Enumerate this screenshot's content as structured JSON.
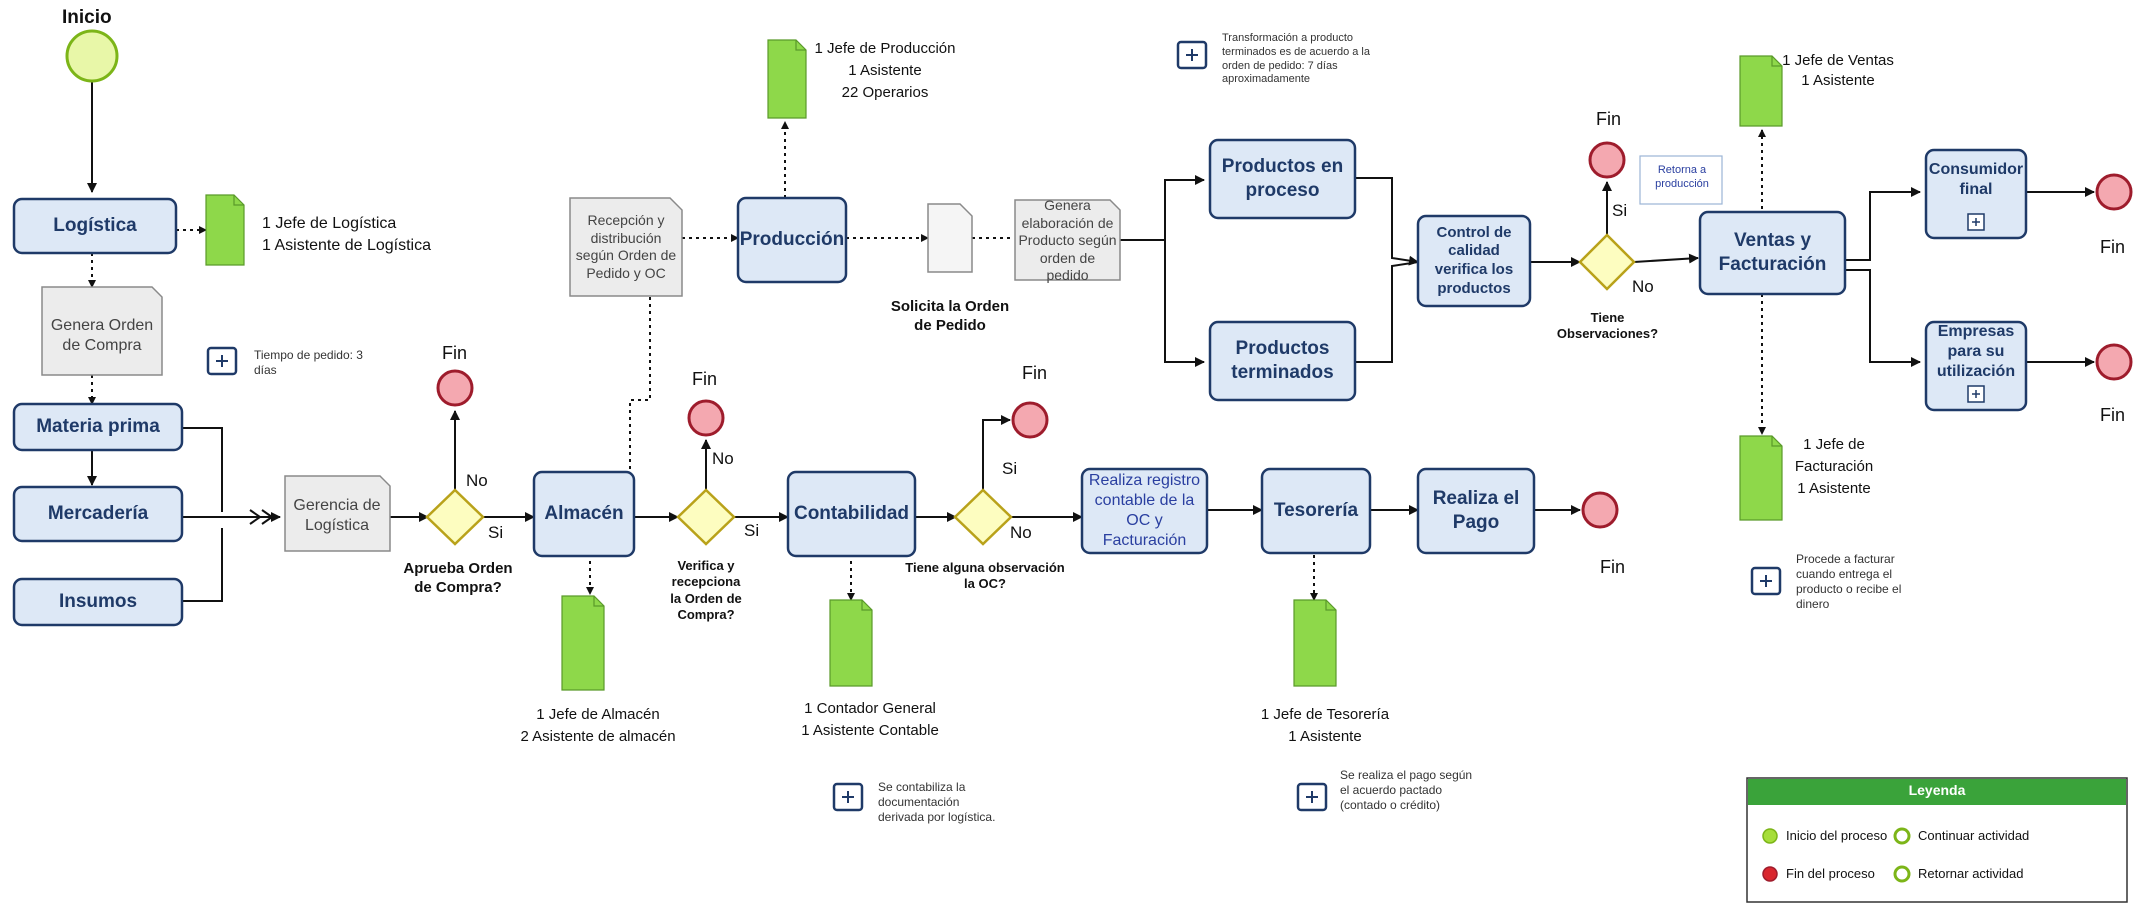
{
  "start_label": "Inicio",
  "end_label": "Fin",
  "yes_label": "Si",
  "no_label": "No",
  "tasks": {
    "logistica": "Logística",
    "materia": "Materia prima",
    "mercaderia": "Mercadería",
    "insumos": "Insumos",
    "almacen": "Almacén",
    "contabilidad": "Contabilidad",
    "realiza_registro": "Realiza registro contable de la OC y Facturación",
    "tesoreria": "Tesorería",
    "realiza_pago": "Realiza el Pago",
    "produccion": "Producción",
    "productos_proceso": "Productos en proceso",
    "productos_terminados": "Productos terminados",
    "control_calidad": "Control de calidad verifica los productos",
    "ventas": "Ventas y Facturación",
    "consumidor": "Consumidor final",
    "empresas": "Empresas para su utilización"
  },
  "documents": {
    "genera_orden": "Genera Orden de Compra",
    "gerencia": "Gerencia de Logística",
    "recepcion": "Recepción y distribución según Orden de Pedido y OC",
    "genera_elaboracion": "Genera elaboración de Producto según orden de pedido",
    "solicita": "Solicita la Orden de Pedido"
  },
  "gateways": {
    "aprueba": "Aprueba Orden de Compra?",
    "verifica": "Verifica y recepciona la Orden de Compra?",
    "observacion": "Tiene alguna observación la OC?",
    "tiene_obs": "Tiene Observaciones?"
  },
  "resources": {
    "logistica": [
      "1 Jefe de Logística",
      "1 Asistente de Logística"
    ],
    "produccion": [
      "1 Jefe de Producción",
      "1 Asistente",
      "22 Operarios"
    ],
    "almacen": [
      "1 Jefe de Almacén",
      "2 Asistente de almacén"
    ],
    "contabilidad": [
      "1 Contador General",
      "1 Asistente Contable"
    ],
    "tesoreria": [
      "1 Jefe de Tesorería",
      "1 Asistente"
    ],
    "ventas": [
      "1 Jefe de Ventas",
      "1 Asistente"
    ],
    "facturacion": [
      "1 Jefe de",
      "Facturación",
      "1 Asistente"
    ]
  },
  "notes": {
    "tiempo": "Tiempo de pedido: 3 días",
    "transformacion": "Transformación a producto terminados es de acuerdo a la orden de pedido: 7 días aproximadamente",
    "retorna": "Retorna a producción",
    "procede": "Procede a facturar cuando entrega el producto o recibe el dinero",
    "contabiliza": "Se contabiliza la documentación derivada por logística.",
    "pago": "Se realiza el pago según el acuerdo pactado (contado o crédito)"
  },
  "legend": {
    "title": "Leyenda",
    "start": "Inicio del proceso",
    "end": "Fin del proceso",
    "continue": "Continuar actividad",
    "return": "Retornar actividad"
  },
  "colors": {
    "start_fill": "#e8f7a8",
    "start_stroke": "#7cb518",
    "end_fill": "#f4a8b0",
    "end_stroke": "#9e1c2c",
    "task_fill": "#dde8f6",
    "task_stroke": "#1f3a68",
    "gateway_fill": "#fdfdc0",
    "gateway_stroke": "#b9a21a",
    "resource_fill": "#8ed84a",
    "legend_header": "#3aa33a"
  }
}
